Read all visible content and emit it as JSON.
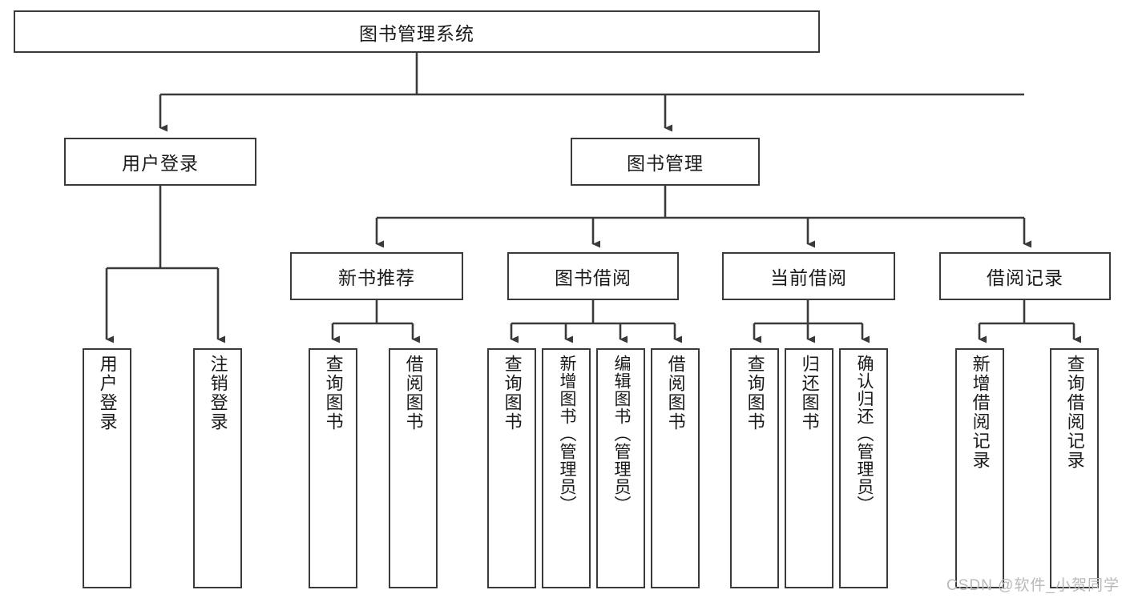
{
  "diagram": {
    "title": "图书管理系统",
    "root": {
      "id": "root",
      "label": "图书管理系统"
    },
    "level1": [
      {
        "id": "user-login",
        "label": "用户登录"
      },
      {
        "id": "book-manage",
        "label": "图书管理"
      }
    ],
    "level2": [
      {
        "id": "new-book-recommend",
        "label": "新书推荐",
        "parent": "book-manage"
      },
      {
        "id": "book-borrow",
        "label": "图书借阅",
        "parent": "book-manage"
      },
      {
        "id": "current-borrow",
        "label": "当前借阅",
        "parent": "book-manage"
      },
      {
        "id": "borrow-record",
        "label": "借阅记录",
        "parent": "book-manage"
      }
    ],
    "leaves": {
      "user-login": [
        {
          "id": "leaf-user-login",
          "label": "用户登录"
        },
        {
          "id": "leaf-logout",
          "label": "注销登录"
        }
      ],
      "new-book-recommend": [
        {
          "id": "leaf-query-book-1",
          "label": "查询图书"
        },
        {
          "id": "leaf-borrow-book-1",
          "label": "借阅图书"
        }
      ],
      "book-borrow": [
        {
          "id": "leaf-query-book-2",
          "label": "查询图书"
        },
        {
          "id": "leaf-add-book",
          "label": "新增图书（管理员）"
        },
        {
          "id": "leaf-edit-book",
          "label": "编辑图书（管理员）"
        },
        {
          "id": "leaf-borrow-book-2",
          "label": "借阅图书"
        }
      ],
      "current-borrow": [
        {
          "id": "leaf-query-book-3",
          "label": "查询图书"
        },
        {
          "id": "leaf-return-book",
          "label": "归还图书"
        },
        {
          "id": "leaf-confirm-return",
          "label": "确认归还（管理员）"
        }
      ],
      "borrow-record": [
        {
          "id": "leaf-add-record",
          "label": "新增借阅记录"
        },
        {
          "id": "leaf-query-record",
          "label": "查询借阅记录"
        }
      ]
    },
    "colors": {
      "border": "#3a3a3a",
      "background": "#ffffff",
      "text": "#1a1a1a",
      "watermark": "#b9b9b9"
    }
  },
  "watermark": {
    "text": "CSDN @软件_小贺同学"
  }
}
